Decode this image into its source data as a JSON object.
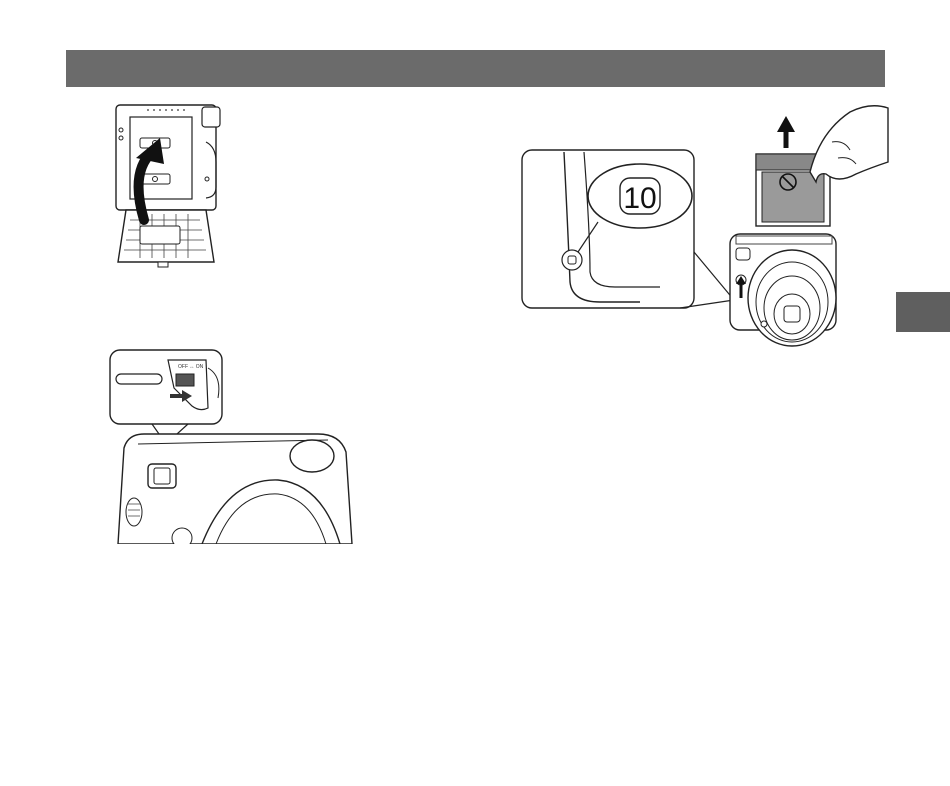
{
  "header": {
    "color": "#6b6b6b"
  },
  "side_tab": {
    "color": "#5f5f5f"
  },
  "figures": {
    "film_door": {
      "icon": "film-door-open-illustration"
    },
    "film_counter": {
      "counter_value": "10",
      "icon": "film-pack-removal-illustration"
    },
    "power_switch": {
      "switch_label": "OFF ↔ ON",
      "icon": "power-switch-illustration"
    }
  }
}
